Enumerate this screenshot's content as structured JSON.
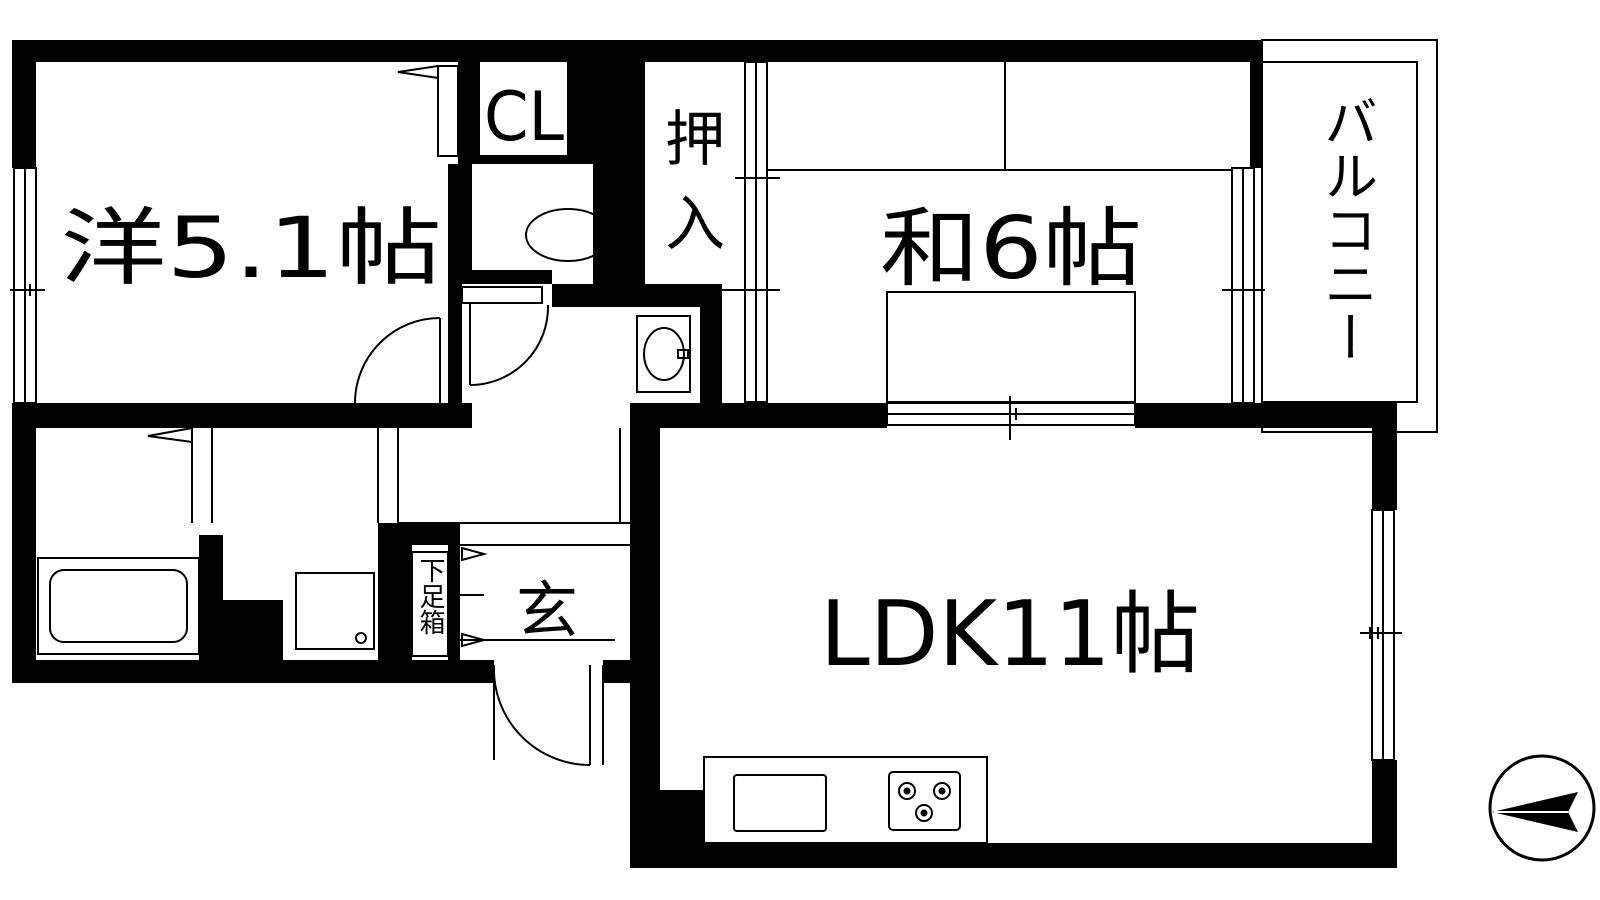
{
  "rooms": {
    "western": "洋5.1帖",
    "closet": "CL",
    "oshiire": "押入",
    "japanese": "和6帖",
    "balcony": "バルコニー",
    "ldk": "LDK11帖",
    "entrance": "玄",
    "shoe_box": "下足箱"
  },
  "colors": {
    "wall": "#000000",
    "line": "#000000",
    "background": "#ffffff"
  },
  "icons": [
    "toilet-icon",
    "washbasin-icon",
    "bathtub-icon",
    "washing-machine-pan-icon",
    "sink-icon",
    "stove-burner-icon",
    "north-arrow-icon"
  ]
}
